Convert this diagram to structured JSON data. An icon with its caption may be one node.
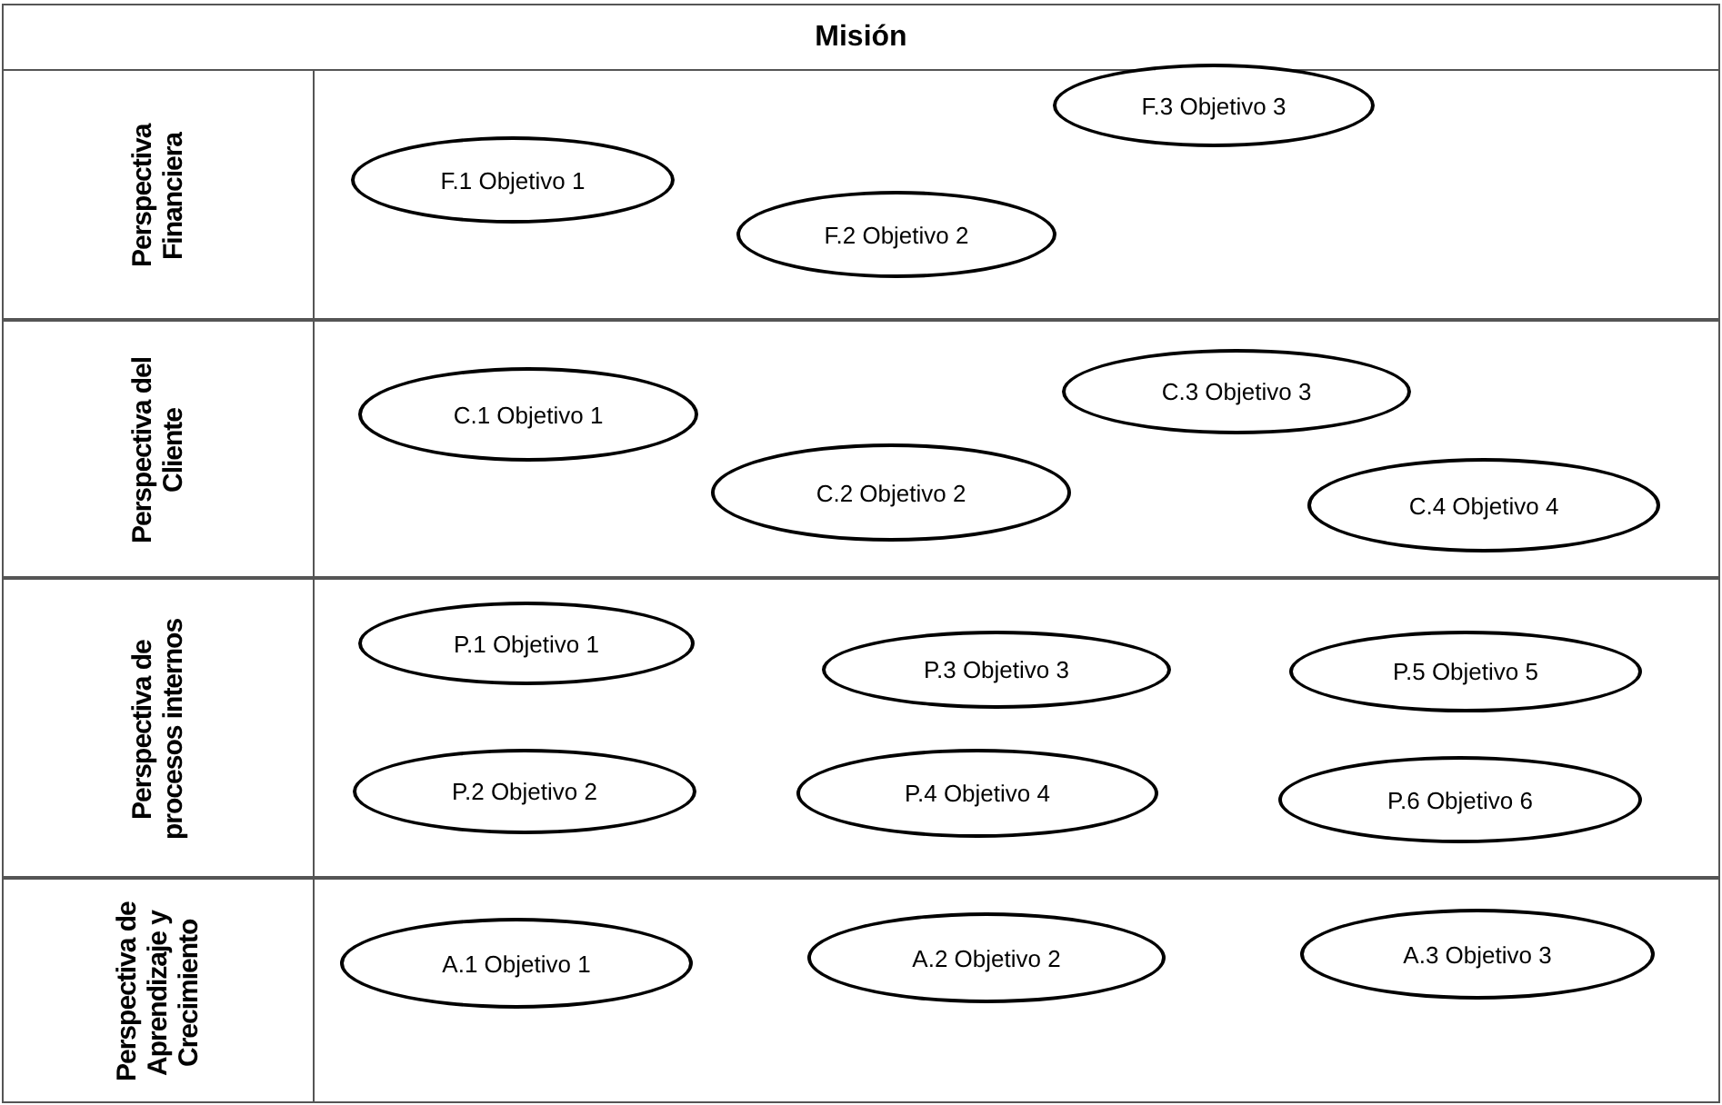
{
  "diagram": {
    "title": "Misión",
    "nodes": [
      {
        "text": [
          "Perspectiva Financiera"
        ]
      },
      {
        "text": [
          "F.1 Objetivo 1"
        ],
        "in": 0
      },
      {
        "text": [
          "F.2 Objetivo 2"
        ],
        "in": 0
      },
      {
        "text": [
          "F.3 Objetivo 3"
        ],
        "in": 0
      },
      {
        "text": [
          "Perspectiva del Cliente"
        ]
      },
      {
        "text": [
          "C.1 Objetivo 1"
        ],
        "in": 4
      },
      {
        "text": [
          "C.2 Objetivo 2"
        ],
        "in": 4
      },
      {
        "text": [
          "C.3 Objetivo 3"
        ],
        "in": 4
      },
      {
        "text": [
          "C.4 Objetivo 4"
        ],
        "in": 4
      },
      {
        "text": [
          "Perspectiva de procesos internos"
        ]
      },
      {
        "text": [
          "P.1 Objetivo 1"
        ],
        "in": 9
      },
      {
        "text": [
          "P.3 Objetivo 3"
        ],
        "in": 9
      },
      {
        "text": [
          "P.5 Objetivo 5"
        ],
        "in": 9
      },
      {
        "text": [
          "P.2 Objetivo 2"
        ],
        "in": 9
      },
      {
        "text": [
          "P.4 Objetivo 4"
        ],
        "in": 9
      },
      {
        "text": [
          "P.6 Objetivo 6"
        ],
        "in": 9
      },
      {
        "text": [
          "Perspectiva de Aprendizaje y Crecimiento"
        ]
      },
      {
        "text": [
          "A.1 Objetivo 1"
        ],
        "in": 16
      },
      {
        "text": [
          "A.2 Objetivo 2"
        ],
        "in": 16
      },
      {
        "text": [
          "A.3 Objetivo 3"
        ],
        "in": 16
      }
    ],
    "edges": []
  }
}
